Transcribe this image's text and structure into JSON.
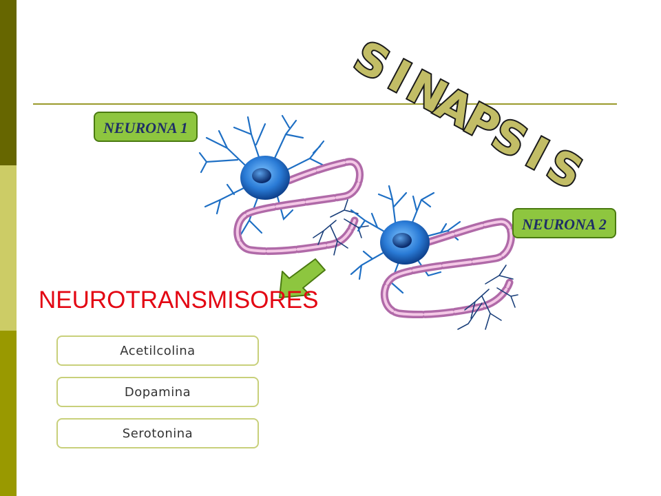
{
  "title": "SINAPSIS",
  "neurons": [
    {
      "label": "NEURONA 1"
    },
    {
      "label": "NEURONA 2"
    }
  ],
  "neurotransmitters": {
    "heading": "NEUROTRANSMISORES",
    "items": [
      "Acetilcolina",
      "Dopamina",
      "Serotonina"
    ]
  },
  "colors": {
    "bar_dark": "#666600",
    "bar_light": "#cccc66",
    "bar_mid": "#999900",
    "label_green": "#8ec63f",
    "title_fill": "#c2bd66",
    "heading_red": "#e30613",
    "arrow_green": "#8dc63f",
    "neuron_blue": "#2a7bd6",
    "axon_pink": "#b06aa8"
  },
  "icons": {
    "arrow": "down-left-arrow-icon",
    "neuron": "neuron-illustration"
  }
}
